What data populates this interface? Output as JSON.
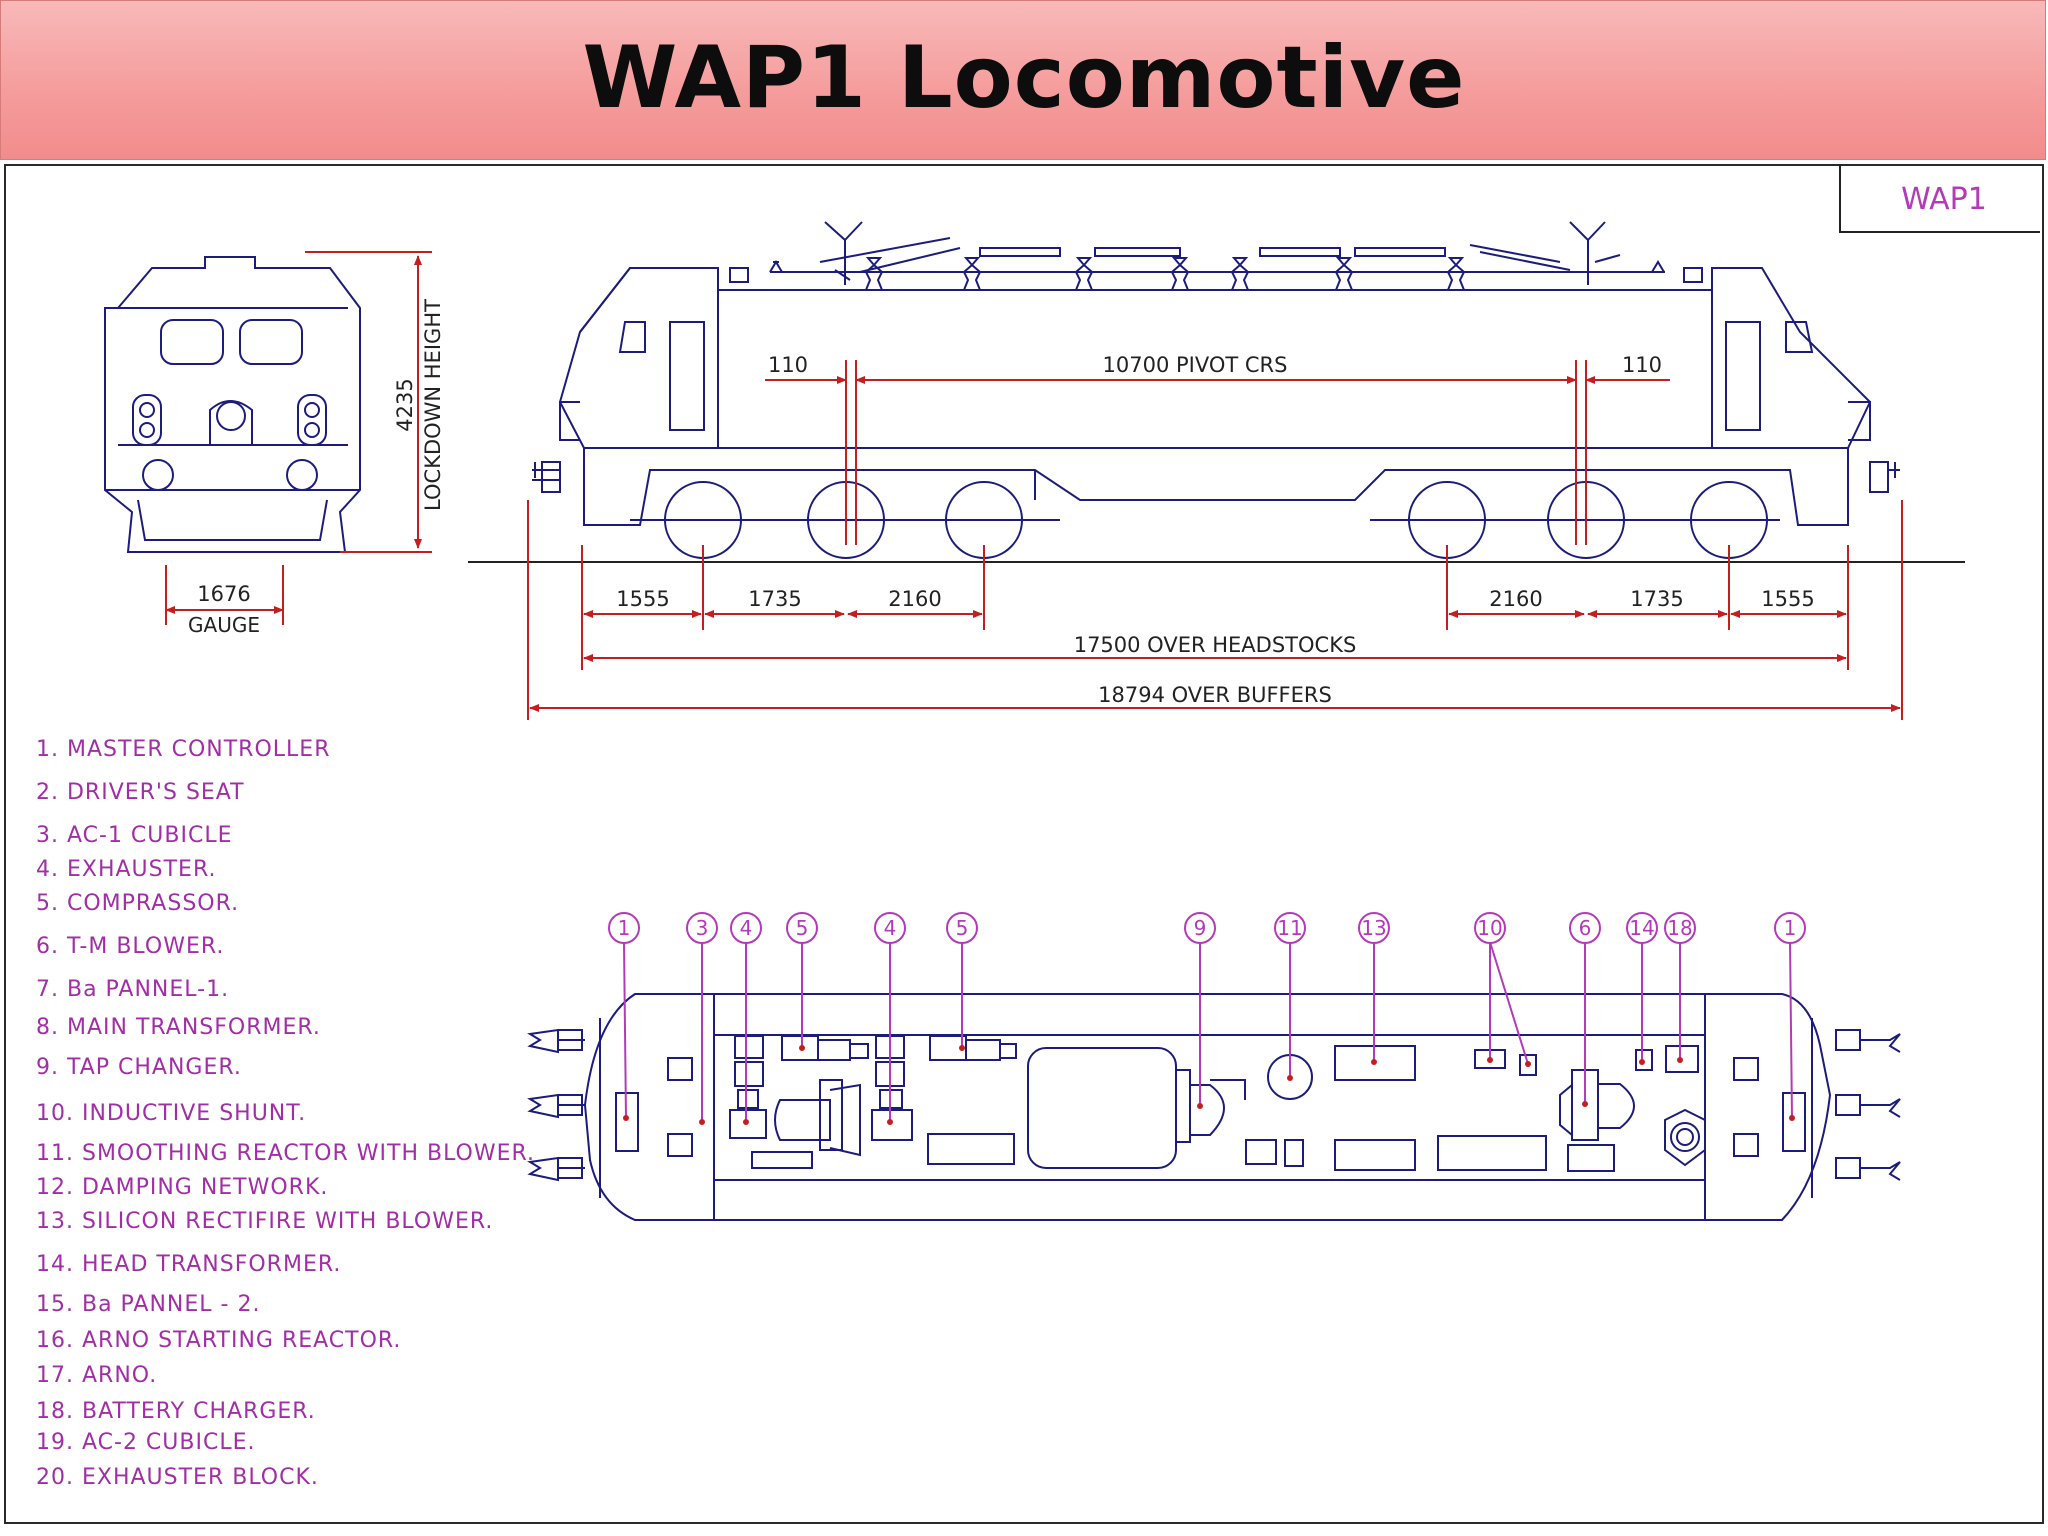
{
  "title": "WAP1 Locomotive",
  "tag": "WAP1",
  "front_view": {
    "height_value": "4235",
    "height_label": "LOCKDOWN HEIGHT",
    "gauge_value": "1676",
    "gauge_label": "GAUGE"
  },
  "side_view": {
    "dim_110_left": "110",
    "dim_pivot": "10700 PIVOT CRS",
    "dim_110_right": "110",
    "wheel_dims_left": [
      "1555",
      "1735",
      "2160"
    ],
    "wheel_dims_right": [
      "2160",
      "1735",
      "1555"
    ],
    "over_headstocks": "17500 OVER HEADSTOCKS",
    "over_buffers": "18794 OVER BUFFERS"
  },
  "plan_view": {
    "callouts": [
      "1",
      "3",
      "4",
      "5",
      "4",
      "5",
      "9",
      "11",
      "13",
      "10",
      "6",
      "14",
      "18",
      "1"
    ]
  },
  "legend": [
    "1. MASTER CONTROLLER",
    "2. DRIVER'S SEAT",
    "3. AC-1 CUBICLE",
    "4. EXHAUSTER.",
    "5. COMPRASSOR.",
    "6. T-M BLOWER.",
    "7. Ba PANNEL-1.",
    "8. MAIN TRANSFORMER.",
    "9. TAP CHANGER.",
    "10. INDUCTIVE SHUNT.",
    "11. SMOOTHING REACTOR WITH BLOWER.",
    "12. DAMPING NETWORK.",
    "13. SILICON RECTIFIRE WITH BLOWER.",
    "14. HEAD TRANSFORMER.",
    "15. Ba PANNEL - 2.",
    "16. ARNO STARTING REACTOR.",
    "17. ARNO.",
    "18. BATTERY CHARGER.",
    "19. AC-2 CUBICLE.",
    "20. EXHAUSTER BLOCK."
  ],
  "colors": {
    "line": "#1c1c7a",
    "dimension": "#c41f1f",
    "legend": "#a12ea6"
  }
}
